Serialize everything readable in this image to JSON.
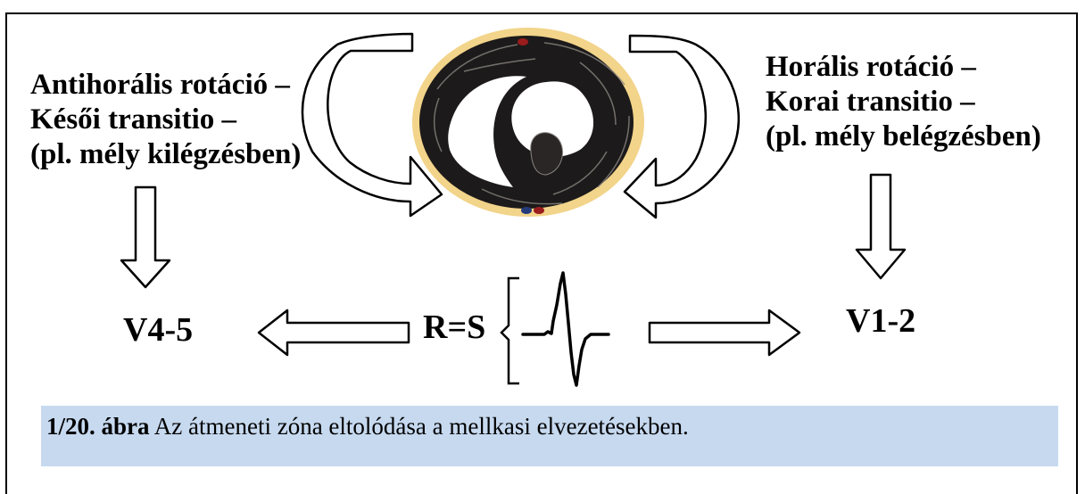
{
  "left_label": {
    "line1": "Antihorális rotáció –",
    "line2": "Késői transitio –",
    "line3": "(pl. mély kilégzésben)"
  },
  "right_label": {
    "line1": "Horális rotáció –",
    "line2": "Korai transitio –",
    "line3": "(pl. mély belégzésben)"
  },
  "leads": {
    "left": "V4-5",
    "right": "V1-2",
    "center": "R=S"
  },
  "caption": {
    "number": "1/20. ábra",
    "text": " Az átmeneti zóna eltolódása a mellkasi elvezetésekben."
  },
  "colors": {
    "caption_bg": "#c6d9ef",
    "heart_fat": "#f2d48a",
    "heart_muscle": "#1c1a1a"
  }
}
